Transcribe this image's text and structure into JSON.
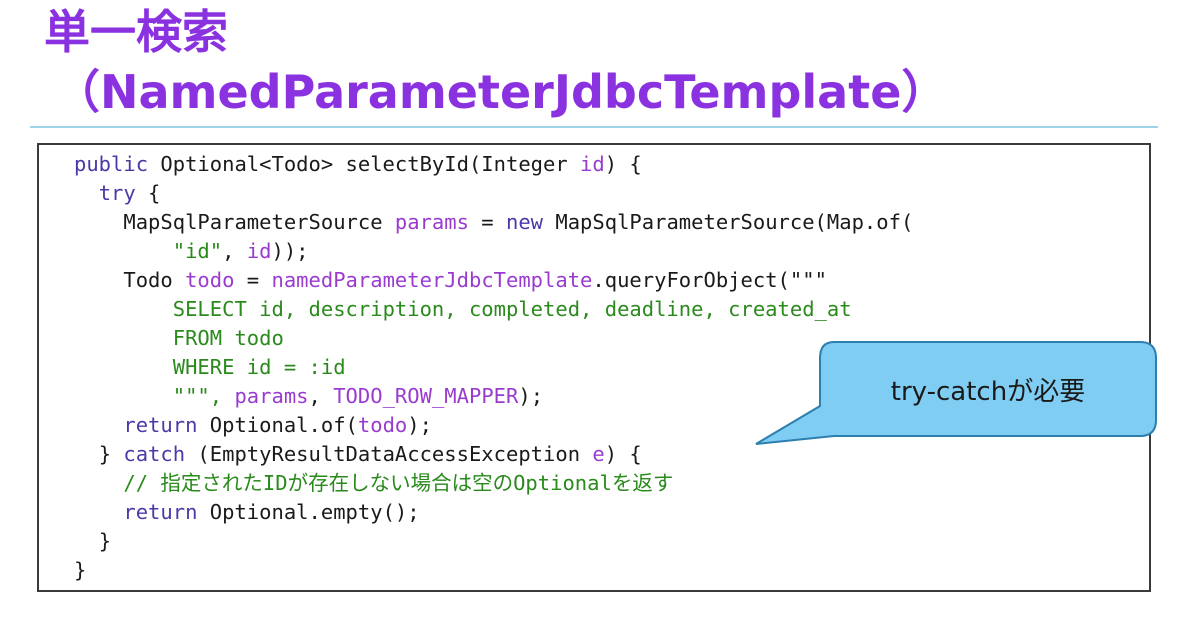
{
  "slide": {
    "title_line1": "単一検索",
    "title_line2": "（NamedParameterJdbcTemplate）",
    "accent_color": "#8b32e0"
  },
  "code": {
    "keyword_public": "public",
    "l1_a": " Optional<Todo> selectById(Integer ",
    "l1_var": "id",
    "l1_b": ") {",
    "keyword_try": "try",
    "l2_b": " {",
    "l3_a": "MapSqlParameterSource ",
    "l3_var": "params",
    "l3_b": " = ",
    "keyword_new": "new",
    "l3_c": " MapSqlParameterSource(Map.of(",
    "l4_str": "\"id\"",
    "l4_a": ", ",
    "l4_var": "id",
    "l4_b": "));",
    "l5_a": "Todo ",
    "l5_var": "todo",
    "l5_b": " = ",
    "l5_var2": "namedParameterJdbcTemplate",
    "l5_c": ".queryForObject(\"\"\"",
    "l6_str": "SELECT id, description, completed, deadline, created_at",
    "l7_str": "FROM todo",
    "l8_str": "WHERE id = :id",
    "l9_a": "\"\"\", ",
    "l9_var": "params",
    "l9_b": ", ",
    "l9_var2": "TODO_ROW_MAPPER",
    "l9_c": ");",
    "keyword_return": "return",
    "l10_a": " Optional.of(",
    "l10_var": "todo",
    "l10_b": ");",
    "l11_a": "} ",
    "keyword_catch": "catch",
    "l11_b": " (EmptyResultDataAccessException ",
    "l11_var": "e",
    "l11_c": ") {",
    "l12_cmt": "// 指定されたIDが存在しない場合は空のOptionalを返す",
    "keyword_return2": "return",
    "l13_a": " Optional.empty();",
    "l14": "}",
    "l15": "}",
    "colors": {
      "keyword": "#4a3aa8",
      "variable": "#9a3bd0",
      "string": "#2a8a1c",
      "comment": "#2a8a1c"
    }
  },
  "callout": {
    "text": "try-catchが必要",
    "fill_color": "#7fcdf2",
    "border_color": "#2c7fb0"
  }
}
